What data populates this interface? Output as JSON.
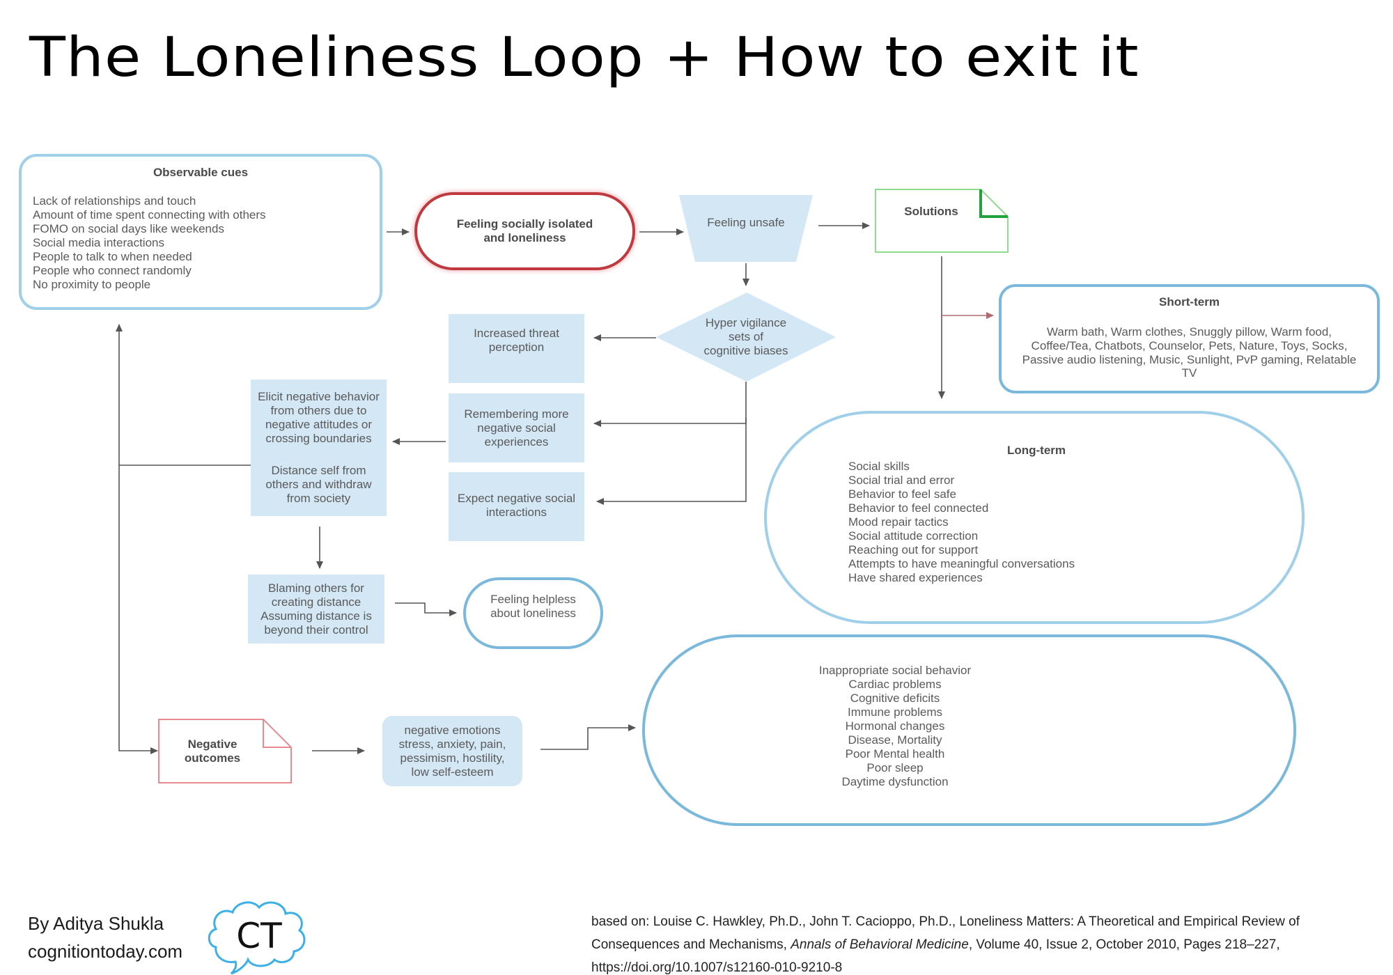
{
  "title": "The Loneliness Loop + How to exit it",
  "nodes": {
    "observable": {
      "heading": "Observable cues",
      "items": [
        "Lack of relationships and touch",
        "Amount of time spent connecting with others",
        "FOMO on social days like weekends",
        "Social media interactions",
        "People to talk to when needed",
        "People who connect randomly",
        "No proximity to people"
      ]
    },
    "isolated": {
      "lines": [
        "Feeling socially isolated",
        "and loneliness"
      ]
    },
    "unsafe": {
      "label": "Feeling unsafe"
    },
    "solutions": {
      "label": "Solutions"
    },
    "hypervigilance": {
      "lines": [
        "Hyper vigilance",
        "sets of",
        "cognitive biases"
      ]
    },
    "threat": {
      "lines": [
        "Increased threat",
        "perception"
      ]
    },
    "remembering": {
      "lines": [
        "Remembering more",
        "negative social",
        "experiences"
      ]
    },
    "expect": {
      "lines": [
        "Expect negative social",
        "interactions"
      ]
    },
    "elicit": {
      "lines1": [
        "Elicit negative behavior",
        "from others due to",
        "negative attitudes or",
        "crossing boundaries"
      ],
      "lines2": [
        "Distance self from",
        "others and withdraw",
        "from society"
      ]
    },
    "blaming": {
      "lines": [
        "Blaming others for",
        "creating distance",
        "Assuming distance is",
        "beyond their control"
      ]
    },
    "helpless": {
      "lines": [
        "Feeling helpless",
        "about loneliness"
      ]
    },
    "short_term": {
      "heading": "Short-term",
      "lines": [
        "Warm bath, Warm clothes, Snuggly pillow, Warm food,",
        "Coffee/Tea, Chatbots, Counselor, Pets, Nature, Toys, Socks,",
        "Passive audio listening, Music, Sunlight, PvP gaming, Relatable",
        "TV"
      ]
    },
    "long_term": {
      "heading": "Long-term",
      "items": [
        "Social skills",
        "Social trial and error",
        "Behavior to feel safe",
        "Behavior to feel connected",
        "Mood repair tactics",
        "Social attitude correction",
        "Reaching out for support",
        "Attempts to have meaningful conversations",
        "Have shared experiences"
      ]
    },
    "negative_outcomes": {
      "lines": [
        "Negative",
        "outcomes"
      ]
    },
    "negative_emotions": {
      "lines": [
        "negative emotions",
        "stress, anxiety, pain,",
        "pessimism, hostility,",
        "low self-esteem"
      ]
    },
    "consequences": {
      "lines": [
        "Inappropriate social behavior",
        "Cardiac problems",
        "Cognitive deficits",
        "Immune problems",
        "Hormonal changes",
        "Disease, Mortality",
        "Poor Mental health",
        "Poor sleep",
        "Daytime dysfunction"
      ]
    }
  },
  "footer": {
    "author": "By Aditya Shukla",
    "site": "cognitiontoday.com",
    "logo_text": "CT",
    "ref_lead": "based on: Louise C. Hawkley, Ph.D., John T. Cacioppo, Ph.D., Loneliness Matters: A Theoretical and Empirical Review of Consequences and Mechanisms, ",
    "ref_journal": "Annals of Behavioral Medicine",
    "ref_tail": ", Volume 40, Issue 2, October 2010, Pages 218–227,",
    "ref_doi": "https://doi.org/10.1007/s12160-010-9210-8"
  },
  "colors": {
    "blue_border": "#9fcfe9",
    "blue_fill": "#d3e7f5",
    "red_border": "#c0393f",
    "green_border": "#8fdc8f",
    "green_corner": "#1fa33a",
    "arrow": "#555555",
    "logo_blue": "#3ab0e6"
  }
}
